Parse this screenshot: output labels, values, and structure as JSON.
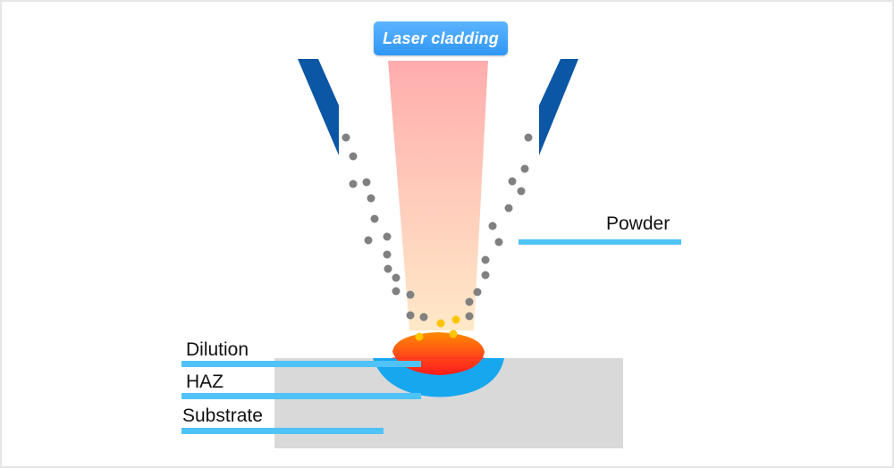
{
  "title": "Laser cladding",
  "labels": {
    "powder": "Powder",
    "dilution": "Dilution",
    "haz": "HAZ",
    "substrate": "Substrate"
  },
  "colors": {
    "nozzle": "#0b56a5",
    "leader_line": "#4fc3f7",
    "substrate": "#d9d9d9",
    "haz": "#17a7ef",
    "melt_pool_hot": "#ff3b1f",
    "melt_pool_edge": "#ff8a00",
    "powder_particle": "#808080",
    "molten_particle": "#ffc400",
    "laser_beam_top": "#ffadad",
    "laser_beam_bottom": "#ffe9c8",
    "title_box": "#3aa0f5"
  }
}
